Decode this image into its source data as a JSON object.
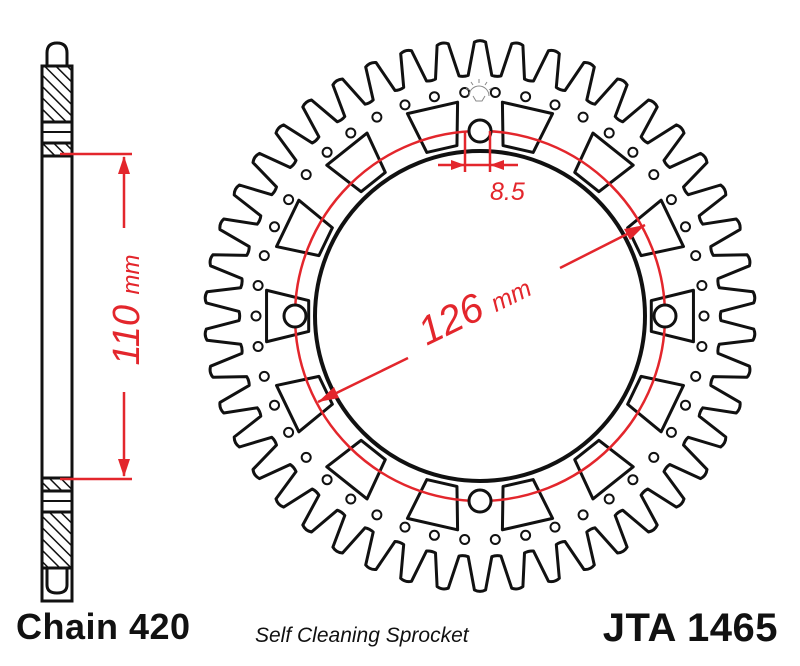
{
  "labels": {
    "chain": "Chain 420",
    "subtitle": "Self Cleaning Sprocket",
    "part_number": "JTA 1465"
  },
  "dimensions": {
    "height_value": "110",
    "height_unit": "mm",
    "pcd_value": "126",
    "pcd_unit": "mm",
    "bolt_hole_value": "8.5"
  },
  "sprocket": {
    "teeth": 46,
    "bolt_holes": 4
  },
  "colors": {
    "outline": "#111111",
    "dimension": "#e3262c",
    "hatch": "#111111"
  }
}
